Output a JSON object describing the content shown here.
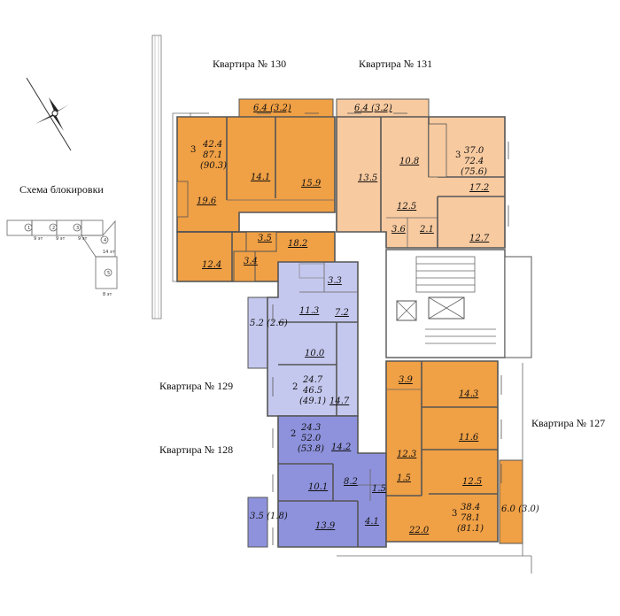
{
  "legend": {
    "title": "Схема блокировки",
    "sections": [
      "1",
      "2",
      "3",
      "4",
      "5"
    ],
    "dims": [
      "9 эт",
      "9 эт",
      "9 эт",
      "14 эт",
      "8 эт"
    ]
  },
  "apartments": [
    {
      "label": "Квартира №  130",
      "color": "#f0a045",
      "rooms": "3",
      "living": "42.4",
      "total": "87.1",
      "total_balcony": "(90.3)",
      "balcony": "6.4 (3.2)",
      "room_areas": [
        "14.1",
        "15.9",
        "19.6",
        "12.4",
        "18.2",
        "3.5",
        "3.4"
      ]
    },
    {
      "label": "Квартира № 131",
      "color": "#f8caa0",
      "rooms": "3",
      "living": "37.0",
      "total": "72.4",
      "total_balcony": "(75.6)",
      "balcony": "6.4 (3.2)",
      "room_areas": [
        "13.5",
        "10.8",
        "17.2",
        "12.5",
        "3.6",
        "2.1",
        "12.7"
      ]
    },
    {
      "label": "Квартира № 129",
      "color": "#c5c8ee",
      "rooms": "2",
      "living": "24.7",
      "total": "46.5",
      "total_balcony": "(49.1)",
      "balcony": "5.2 (2.6)",
      "room_areas": [
        "3.3",
        "11.3",
        "7.2",
        "10.0",
        "14.7"
      ]
    },
    {
      "label": "Квартира № 128",
      "color": "#8e92dc",
      "rooms": "2",
      "living": "24.3",
      "total": "52.0",
      "total_balcony": "(53.8)",
      "balcony": "3.5 (1.8)",
      "room_areas": [
        "14.2",
        "10.1",
        "8.2",
        "1.5",
        "4.1",
        "13.9"
      ]
    },
    {
      "label": "Квартира № 127",
      "color": "#f0a045",
      "rooms": "3",
      "living": "38.4",
      "total": "78.1",
      "total_balcony": "(81.1)",
      "balcony": "6.0 (3.0)",
      "room_areas": [
        "3.9",
        "14.3",
        "11.6",
        "12.3",
        "1.5",
        "12.5",
        "22.0"
      ]
    }
  ],
  "colors": {
    "orange": "#f0a045",
    "peach": "#f8caa0",
    "lavender": "#c5c8ee",
    "blue": "#8e92dc",
    "wall": "#555555"
  }
}
